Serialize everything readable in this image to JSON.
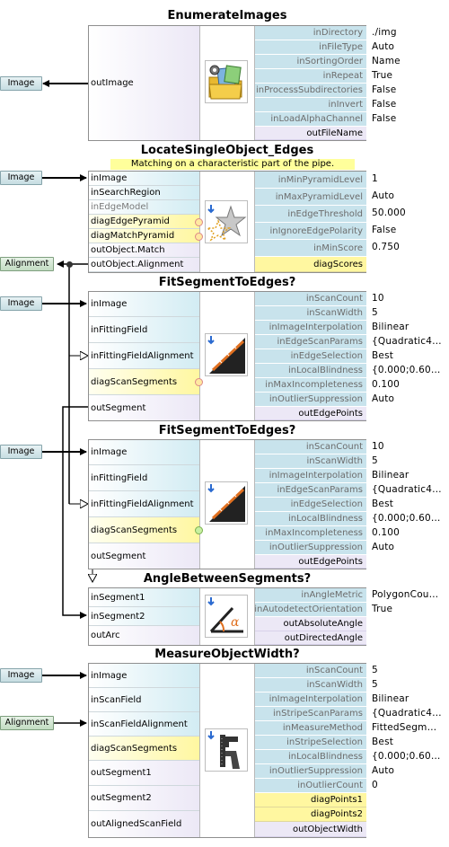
{
  "f1": {
    "title": "EnumerateImages",
    "out": "outImage",
    "params": [
      "inDirectory",
      "inFileType",
      "inSortingOrder",
      "inRepeat",
      "inProcessSubdirectories",
      "inInvert",
      "inLoadAlphaChannel",
      "outFileName"
    ],
    "values": [
      "./img",
      "Auto",
      "Name",
      "True",
      "False",
      "False",
      "False"
    ],
    "ext_out": "Image",
    "icon": "folder-images-icon"
  },
  "f2": {
    "title": "LocateSingleObject_Edges",
    "comment": "Matching on a characteristic part of the pipe.",
    "inputs": [
      "inImage",
      "inSearchRegion",
      "inEdgeModel",
      "diagEdgePyramid",
      "diagMatchPyramid",
      "outObject.Match",
      "outObject.Alignment"
    ],
    "params": [
      "inMinPyramidLevel",
      "inMaxPyramidLevel",
      "inEdgeThreshold",
      "inIgnoreEdgePolarity",
      "inMinScore",
      "diagScores"
    ],
    "values": [
      "1",
      "Auto",
      "50.000",
      "False",
      "0.750"
    ],
    "ext_in": "Image",
    "ext_out": "Alignment",
    "icon": "star-match-icon"
  },
  "f3": {
    "title": "FitSegmentToEdges?",
    "inputs": [
      "inImage",
      "inFittingField",
      "inFittingFieldAlignment",
      "diagScanSegments",
      "outSegment"
    ],
    "params": [
      "inScanCount",
      "inScanWidth",
      "inImageInterpolation",
      "inEdgeScanParams",
      "inEdgeSelection",
      "inLocalBlindness",
      "inMaxIncompleteness",
      "inOutlierSuppression",
      "outEdgePoints"
    ],
    "values": [
      "10",
      "5",
      "Bilinear",
      "{Quadratic4…",
      "Best",
      "{0.000;0.60…",
      "0.100",
      "Auto"
    ],
    "ext_in": "Image",
    "icon": "fit-segment-icon"
  },
  "f4": {
    "title": "FitSegmentToEdges?",
    "inputs": [
      "inImage",
      "inFittingField",
      "inFittingFieldAlignment",
      "diagScanSegments",
      "outSegment"
    ],
    "params": [
      "inScanCount",
      "inScanWidth",
      "inImageInterpolation",
      "inEdgeScanParams",
      "inEdgeSelection",
      "inLocalBlindness",
      "inMaxIncompleteness",
      "inOutlierSuppression",
      "outEdgePoints"
    ],
    "values": [
      "10",
      "5",
      "Bilinear",
      "{Quadratic4…",
      "Best",
      "{0.000;0.60…",
      "0.100",
      "Auto"
    ],
    "ext_in": "Image",
    "icon": "fit-segment-icon"
  },
  "f5": {
    "title": "AngleBetweenSegments?",
    "inputs": [
      "inSegment1",
      "inSegment2",
      "outArc"
    ],
    "params": [
      "inAngleMetric",
      "inAutodetectOrientation",
      "outAbsoluteAngle",
      "outDirectedAngle"
    ],
    "values": [
      "PolygonCou…",
      "True"
    ],
    "icon": "angle-alpha-icon"
  },
  "f6": {
    "title": "MeasureObjectWidth?",
    "inputs": [
      "inImage",
      "inScanField",
      "inScanFieldAlignment",
      "diagScanSegments",
      "outSegment1",
      "outSegment2",
      "outAlignedScanField"
    ],
    "params": [
      "inScanCount",
      "inScanWidth",
      "inImageInterpolation",
      "inStripeScanParams",
      "inMeasureMethod",
      "inStripeSelection",
      "inLocalBlindness",
      "inOutlierSuppression",
      "inOutlierCount",
      "diagPoints1",
      "diagPoints2",
      "outObjectWidth"
    ],
    "values": [
      "5",
      "5",
      "Bilinear",
      "{Quadratic4…",
      "FittedSegm…",
      "Best",
      "{0.000;0.60…",
      "Auto",
      "0"
    ],
    "ext_in1": "Image",
    "ext_in2": "Alignment",
    "icon": "caliper-icon"
  }
}
